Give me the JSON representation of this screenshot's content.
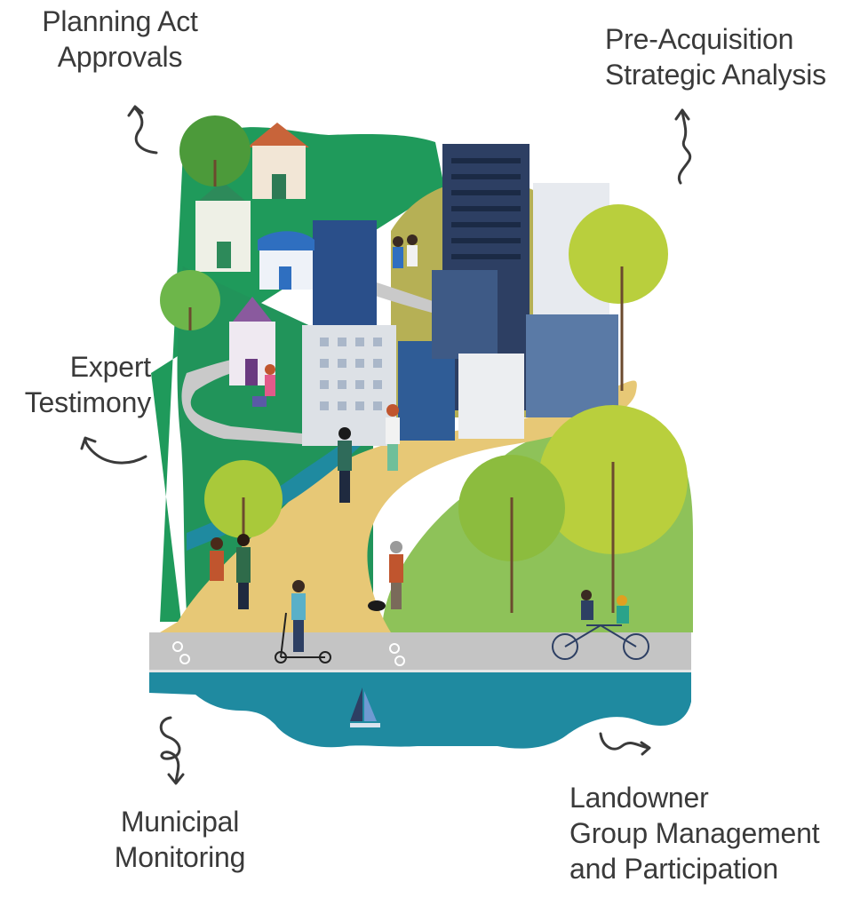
{
  "labels": {
    "planning": [
      "Planning Act",
      "Approvals"
    ],
    "preacq": [
      "Pre-Acquisition",
      "Strategic Analysis"
    ],
    "expert": [
      "Expert",
      "Testimony"
    ],
    "municipal": [
      "Municipal",
      "Monitoring"
    ],
    "landowner": [
      "Landowner",
      "Group Management",
      "and Participation"
    ]
  },
  "colors": {
    "text": "#3a3a3a",
    "water": "#1f8aa0",
    "grass_dark": "#1f9a5b",
    "grass_light": "#7cc47a",
    "path": "#e7c876",
    "road": "#c9c9c9",
    "tree_light": "#b9cf3d",
    "building_dark": "#2d3f63"
  }
}
